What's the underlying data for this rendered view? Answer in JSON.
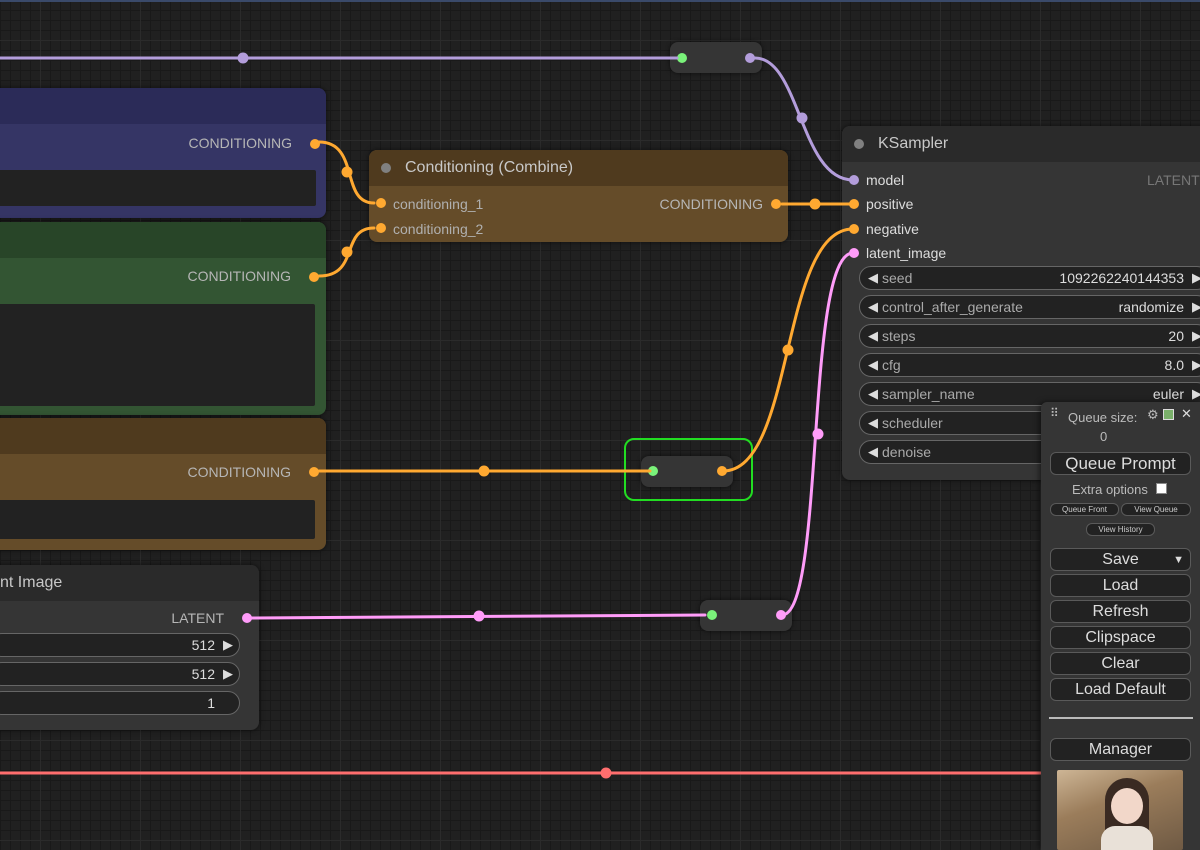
{
  "colors": {
    "model_link": "#b39ddb",
    "conditioning_link": "#ffa931",
    "latent_link": "#ff9cf9",
    "vae_link": "#ff6e6e",
    "reroute_in": "#7af27a",
    "selected_outline": "#22dd22"
  },
  "nodes": {
    "positive_prompt": {
      "output_label": "CONDITIONING"
    },
    "negative_prompt": {
      "output_label": "CONDITIONING"
    },
    "third_prompt": {
      "output_label": "CONDITIONING"
    },
    "conditioning_combine": {
      "title": "Conditioning (Combine)",
      "inputs": [
        "conditioning_1",
        "conditioning_2"
      ],
      "output_label": "CONDITIONING"
    },
    "latent_image": {
      "title": "nt Image",
      "output_label": "LATENT",
      "widgets": [
        {
          "value": "512"
        },
        {
          "value": "512"
        },
        {
          "value": "1"
        }
      ]
    },
    "ksampler": {
      "title": "KSampler",
      "inputs": [
        "model",
        "positive",
        "negative",
        "latent_image"
      ],
      "output_label": "LATENT",
      "widgets": [
        {
          "name": "seed",
          "value": "1092262240144353"
        },
        {
          "name": "control_after_generate",
          "value": "randomize"
        },
        {
          "name": "steps",
          "value": "20"
        },
        {
          "name": "cfg",
          "value": "8.0"
        },
        {
          "name": "sampler_name",
          "value": "euler"
        },
        {
          "name": "scheduler",
          "value": ""
        },
        {
          "name": "denoise",
          "value": ""
        }
      ]
    }
  },
  "queue_panel": {
    "queue_size_label": "Queue size:",
    "queue_size_value": "0",
    "queue_prompt": "Queue Prompt",
    "extra_options": "Extra options",
    "queue_front": "Queue Front",
    "view_queue": "View Queue",
    "view_history": "View History",
    "save": "Save",
    "load": "Load",
    "refresh": "Refresh",
    "clipspace": "Clipspace",
    "clear": "Clear",
    "load_default": "Load Default",
    "manager": "Manager",
    "icons": [
      "gear-icon",
      "image-icon",
      "close-icon",
      "drag-handle-icon"
    ]
  }
}
